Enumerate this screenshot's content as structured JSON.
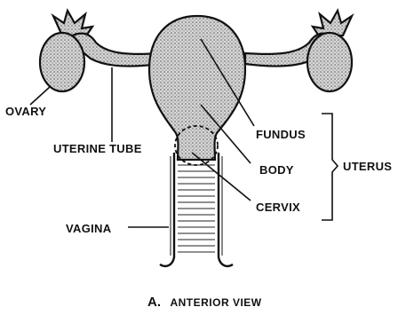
{
  "labels": {
    "ovary": "OVARY",
    "uterine_tube": "UTERINE TUBE",
    "fundus": "FUNDUS",
    "body": "BODY",
    "cervix": "CERVIX",
    "uterus": "UTERUS",
    "vagina": "VAGINA"
  },
  "caption": {
    "letter": "A.",
    "text": "ANTERIOR VIEW"
  }
}
